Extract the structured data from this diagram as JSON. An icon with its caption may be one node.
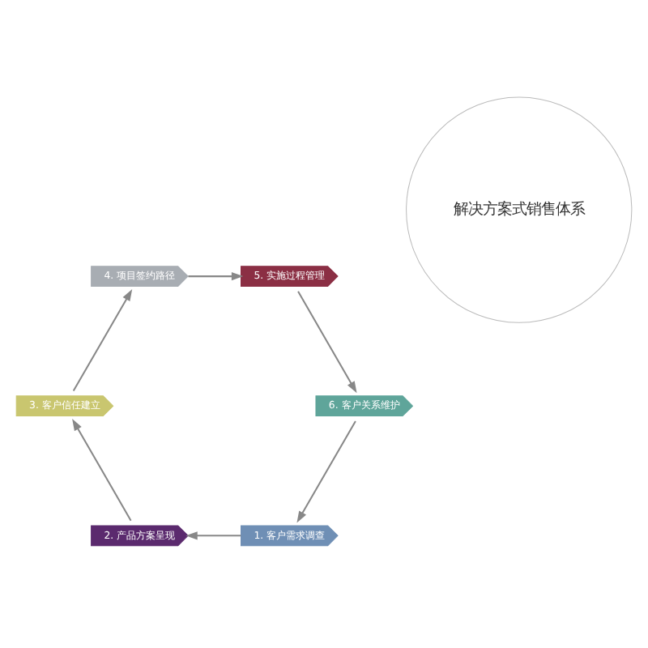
{
  "diagram": {
    "nodes": [
      {
        "text": [
          "解决方案式销售体系"
        ]
      },
      {
        "text": [
          "1. 客户需求调查"
        ]
      },
      {
        "text": [
          "2. 产品方案呈现"
        ]
      },
      {
        "text": [
          "3. 客户信任建立"
        ]
      },
      {
        "text": [
          "4. 项目签约路径"
        ]
      },
      {
        "text": [
          "5. 实施过程管理"
        ]
      },
      {
        "text": [
          "6. 客户关系维护"
        ]
      }
    ],
    "edges": [
      {
        "from": 1,
        "to": 2,
        "arrow": "to"
      },
      {
        "from": 2,
        "to": 3,
        "arrow": "to"
      },
      {
        "from": 3,
        "to": 4,
        "arrow": "to"
      },
      {
        "from": 4,
        "to": 5,
        "arrow": "to"
      },
      {
        "from": 5,
        "to": 6,
        "arrow": "to"
      },
      {
        "from": 6,
        "to": 1,
        "arrow": "to"
      }
    ]
  }
}
